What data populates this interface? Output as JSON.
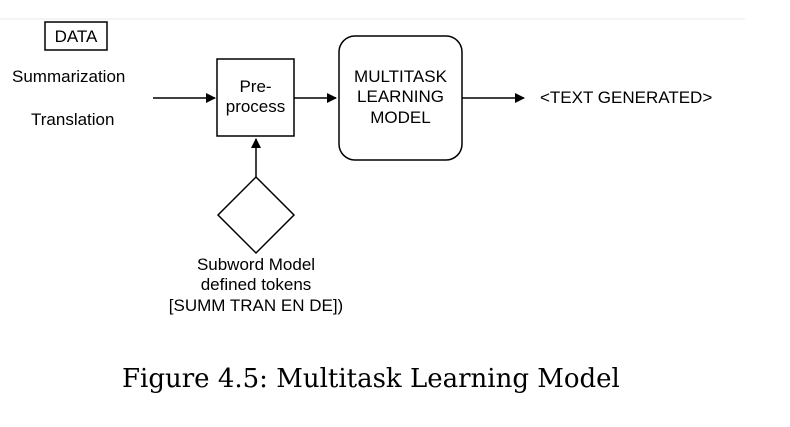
{
  "diagram": {
    "data_label": "DATA",
    "inputs": [
      "Summarization",
      "Translation"
    ],
    "preprocess_label": [
      "Pre-",
      "process"
    ],
    "model_label": [
      "MULTITASK",
      "LEARNING",
      "MODEL"
    ],
    "output_label": "<TEXT GENERATED>",
    "tokenizer_label": [
      "Subword Model",
      "defined tokens",
      "[SUMM TRAN EN DE])"
    ]
  },
  "caption": "Figure 4.5: Multitask Learning Model",
  "colors": {
    "stroke": "#000000",
    "top_rule": "#e8e8e8",
    "background": "#ffffff"
  }
}
